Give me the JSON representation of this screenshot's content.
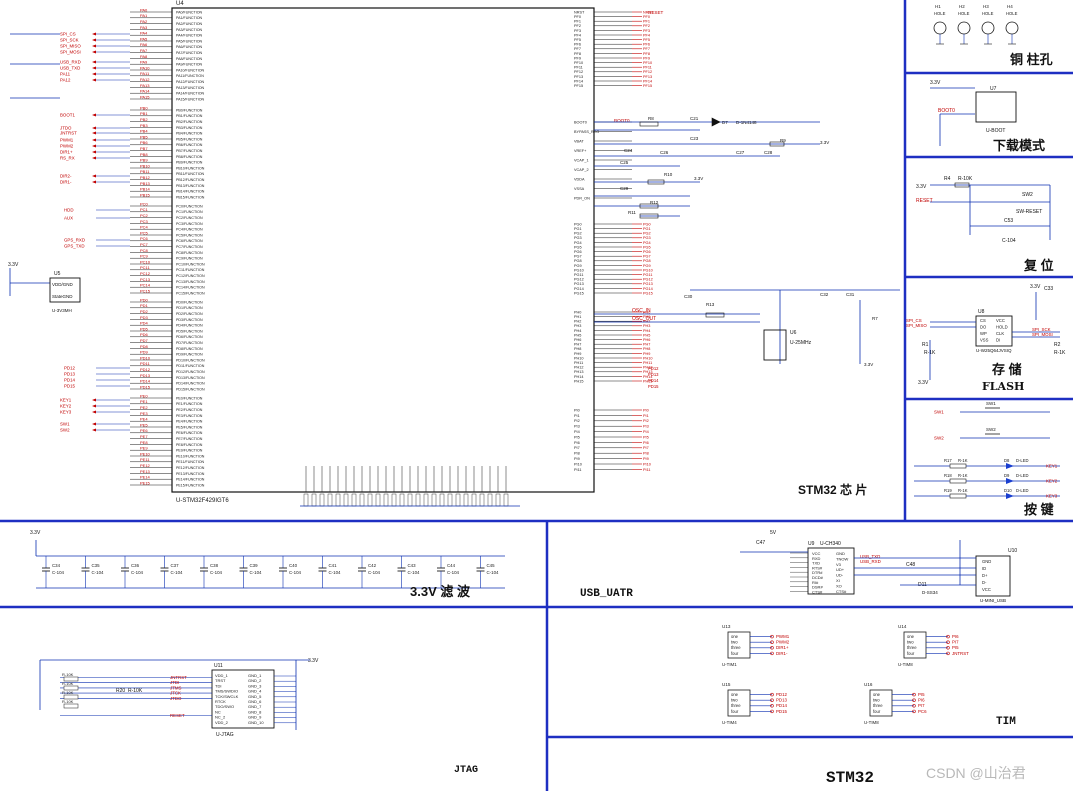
{
  "colors": {
    "wire": "#0b2fb0",
    "label": "#c00000",
    "pin": "#1a1a1a",
    "border": "#1e2fc2",
    "net": "#8a1a1a"
  },
  "sections": {
    "copper": "铜 柱孔",
    "download": "下载模式",
    "reset": "复 位",
    "flash_cn": "存 储",
    "flash_en": "FLASH",
    "keys": "按 键",
    "mcu": "STM32 芯 片",
    "filter": "3.3V 滤 波",
    "usb": "USB_UATR",
    "tim": "TIM",
    "jtag": "JTAG",
    "title": "STM32"
  },
  "mcu": {
    "ref": "U4",
    "part": "U-STM32F429IGT6",
    "left_groups": [
      {
        "pins": [
          "PA0",
          "PA1",
          "PA2",
          "PA3",
          "PA4",
          "PA5",
          "PA6",
          "PA7",
          "PA8",
          "PA9",
          "PA10",
          "PA11",
          "PA12",
          "PA13",
          "PA14",
          "PA15"
        ]
      },
      {
        "pins": [
          "PB0",
          "PB1",
          "PB2",
          "PB3",
          "PB4",
          "PB5",
          "PB6",
          "PB7",
          "PB8",
          "PB9",
          "PB10",
          "PB11",
          "PB12",
          "PB13",
          "PB14",
          "PB15"
        ]
      },
      {
        "pins": [
          "PC0",
          "PC1",
          "PC2",
          "PC3",
          "PC4",
          "PC5",
          "PC6",
          "PC7",
          "PC8",
          "PC9",
          "PC10",
          "PC11",
          "PC12",
          "PC13",
          "PC14",
          "PC15"
        ]
      },
      {
        "pins": [
          "PD0",
          "PD1",
          "PD2",
          "PD3",
          "PD4",
          "PD5",
          "PD6",
          "PD7",
          "PD8",
          "PD9",
          "PD10",
          "PD11",
          "PD12",
          "PD13",
          "PD14",
          "PD15"
        ]
      },
      {
        "pins": [
          "PE0",
          "PE1",
          "PE2",
          "PE3",
          "PE4",
          "PE5",
          "PE6",
          "PE7",
          "PE8",
          "PE9",
          "PE10",
          "PE11",
          "PE12",
          "PE13",
          "PE14",
          "PE15"
        ]
      }
    ],
    "right_top": [
      "NRST",
      "PF0",
      "PF1",
      "PF2",
      "PF3",
      "PF4",
      "PF5",
      "PF6",
      "PF7",
      "PF8",
      "PF9",
      "PF10",
      "PF11",
      "PF12",
      "PF13",
      "PF14",
      "PF15"
    ],
    "right_mid": [
      "BOOT0",
      "BYPASS_REG",
      "VBAT",
      "VREF+",
      "VCAP_1",
      "VCAP_2",
      "VDDA",
      "VSSA",
      "PDR_ON"
    ],
    "right_g": [
      "PG0",
      "PG1",
      "PG2",
      "PG3",
      "PG4",
      "PG5",
      "PG6",
      "PG7",
      "PG8",
      "PG9",
      "PG10",
      "PG11",
      "PG12",
      "PG13",
      "PG14",
      "PG15"
    ],
    "right_h": [
      "PH0",
      "PH1",
      "PH2",
      "PH3",
      "PH4",
      "PH5",
      "PH6",
      "PH7",
      "PH8",
      "PH9",
      "PH10",
      "PH11",
      "PH12",
      "PH13",
      "PH14",
      "PH15"
    ],
    "right_i": [
      "PI0",
      "PI1",
      "PI2",
      "PI3",
      "PI4",
      "PI5",
      "PI6",
      "PI7",
      "PI8",
      "PI9",
      "PI10",
      "PI11"
    ],
    "left_nets": [
      "SPI_CS",
      "SPI_SCK",
      "SPI_MISO",
      "SPI_MOSI",
      "USB_RXD",
      "USB_TXD",
      "PA11",
      "PA12",
      "BOOT1",
      "JTDO",
      "JNTRST",
      "PWM1",
      "PWM2",
      "DIR1+",
      "RS_RX",
      "DIR2-",
      "DIR1-",
      "KEY1",
      "KEY2",
      "KEY3",
      "SW1",
      "SW2"
    ],
    "right_nets": [
      "RESET",
      "BOOT0",
      "PD12",
      "PD13",
      "PD14",
      "PD15"
    ]
  },
  "copper": {
    "holes": [
      {
        "ref": "H1",
        "label": "HOLE"
      },
      {
        "ref": "H2",
        "label": "HOLE"
      },
      {
        "ref": "H3",
        "label": "HOLE"
      },
      {
        "ref": "H4",
        "label": "HOLE"
      }
    ]
  },
  "download": {
    "vcc": "3.3V",
    "ref": "U7",
    "part": "U-BOOT",
    "net": "BOOT0"
  },
  "reset": {
    "vcc": "3.3V",
    "r": "R4",
    "rv": "R-10K",
    "sw": "SW2",
    "swp": "SW-RESET",
    "c": "C53",
    "cv": "C-104",
    "net": "RESET"
  },
  "flash": {
    "ref": "U8",
    "part": "U-W25Q64JVSIQ",
    "vcc": "3.3V",
    "pins_l": [
      "CS",
      "DO",
      "WP",
      "VSS"
    ],
    "pins_r": [
      "VCC",
      "HOLD",
      "CLK",
      "DI"
    ],
    "nets_l": [
      "SPI_CS",
      "SPI_MISO"
    ],
    "nets_r": [
      "SPI_SCK",
      "SPI_MOSI"
    ],
    "r1": "R1",
    "r2": "R2",
    "c": "C33",
    "rv": "R-1K",
    "cv": "C-104"
  },
  "keys": {
    "items": [
      {
        "sw": "SW1",
        "net": "SW1"
      },
      {
        "sw": "SW2",
        "net": "SW2"
      }
    ],
    "leds": [
      {
        "r": "R17",
        "d": "D8",
        "net": "KEY1"
      },
      {
        "r": "R18",
        "d": "D9",
        "net": "KEY2"
      },
      {
        "r": "R19",
        "d": "D10",
        "net": "KEY3"
      }
    ],
    "rv": "R-1K",
    "dv": "D-LED"
  },
  "filter": {
    "vcc": "3.3V",
    "caps": [
      "C34",
      "C35",
      "C36",
      "C37",
      "C38",
      "C39",
      "C40",
      "C41",
      "C42",
      "C43",
      "C44",
      "C45"
    ],
    "cv": "C-104"
  },
  "usb": {
    "ref": "U9",
    "part": "U-CH340",
    "vcc": "5V",
    "c": "C47",
    "c2": "C48",
    "d": "D11",
    "dv": "D-SS34",
    "conn": "U10",
    "connp": "U-MINI_USB",
    "pins_l": [
      "VCC",
      "RXD",
      "TXD",
      "RTS#",
      "DTR#",
      "DCD#",
      "RI#",
      "DSR#",
      "CTS#"
    ],
    "pins_r": [
      "GND",
      "TNOW",
      "V3",
      "UD+",
      "UD-",
      "XI",
      "XO",
      "CTS#"
    ],
    "nets": [
      "USB_TXD",
      "USB_RXD"
    ],
    "conn_pins": [
      "GND",
      "ID",
      "D+",
      "D-",
      "VCC"
    ]
  },
  "tim": {
    "blocks": [
      {
        "ref": "U13",
        "part": "U-TIM1",
        "nets": [
          "PWM1",
          "PWM2",
          "DIR1+",
          "DIR1-"
        ]
      },
      {
        "ref": "U14",
        "part": "U-TIM8",
        "nets": [
          "PI6",
          "PI7",
          "PI5",
          "JNTRST"
        ]
      },
      {
        "ref": "U15",
        "part": "U-TIM4",
        "nets": [
          "PD12",
          "PD13",
          "PD14",
          "PD15"
        ]
      },
      {
        "ref": "U16",
        "part": "U-TIM8",
        "nets": [
          "PI5",
          "PI6",
          "PI7",
          "PC6"
        ]
      }
    ],
    "pins": [
      "one",
      "two",
      "three",
      "four"
    ]
  },
  "jtag": {
    "ref": "U11",
    "part": "U-JTAG",
    "vcc": "3.3V",
    "pins_l": [
      "VDD_1",
      "TRST",
      "TDI",
      "TMS/SWDIO",
      "TCK/SWCLK",
      "RTCK",
      "TDO/SWO",
      "NC",
      "NC_2",
      "VDD_2"
    ],
    "pins_r": [
      "GND_1",
      "GND_2",
      "GND_3",
      "GND_4",
      "GND_5",
      "GND_6",
      "GND_7",
      "GND_8",
      "GND_9",
      "GND_10"
    ],
    "nets": [
      "JNTRST",
      "JTDI",
      "JTMS",
      "JTCK",
      "JTDO",
      "RESET"
    ],
    "r": "R20",
    "rv": "R-10K",
    "rs": [
      "R-10K",
      "R-10K",
      "R-10K",
      "R-10K"
    ]
  },
  "extra": {
    "u5": "U5",
    "u5p": "U-3V3MH",
    "u5pins": [
      "VDD/GND",
      "StateGND"
    ],
    "u6": "U6",
    "u6p": "U-25MHz",
    "r7": "R7",
    "r8": "R8",
    "r9": "R9",
    "r10": "R10",
    "r11": "R11",
    "r12": "R12",
    "r13": "R13",
    "c21": "C21",
    "c23": "C23",
    "c24": "C24",
    "c25": "C25",
    "c26": "C26",
    "c27": "C27",
    "c28": "C28",
    "c29": "C29",
    "c30": "C30",
    "c31": "C31",
    "c32": "C32",
    "d7": "D7",
    "d7v": "D-1N4148",
    "vc": "3.3V",
    "v5": "5V",
    "osc_in": "OSC_IN",
    "osc_out": "OSC_OUT"
  },
  "watermark": "CSDN @山治君"
}
